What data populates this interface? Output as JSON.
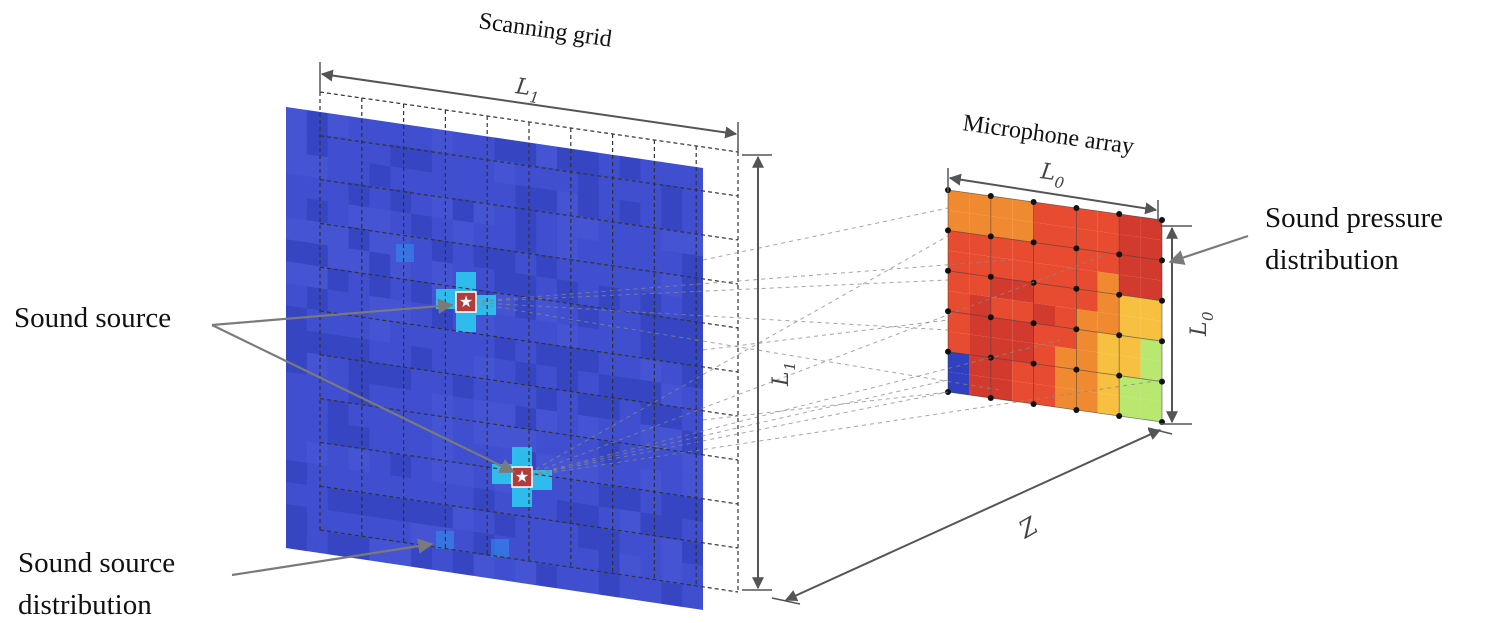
{
  "labels": {
    "scanning_grid": "Scanning grid",
    "microphone_array": "Microphone array",
    "sound_source": "Sound source",
    "sound_pressure_line1": "Sound pressure",
    "sound_pressure_line2": "distribution",
    "source_dist_line1": "Sound source",
    "source_dist_line2": "distribution",
    "dim_L1_top_main": "L",
    "dim_L1_top_sub": "1",
    "dim_L1_side_main": "L",
    "dim_L1_side_sub": "1",
    "dim_L0_top_main": "L",
    "dim_L0_top_sub": "0",
    "dim_L0_side_main": "L",
    "dim_L0_side_sub": "0",
    "dim_z": "Z"
  },
  "colors": {
    "source_plane_base": "#3f4fcf",
    "hot_source": "#b23b3b",
    "cyan_spot": "#2ec8f0",
    "grid_dash": "#333333",
    "arrow": "#7a7a7a",
    "mic_dot": "#111111"
  }
}
